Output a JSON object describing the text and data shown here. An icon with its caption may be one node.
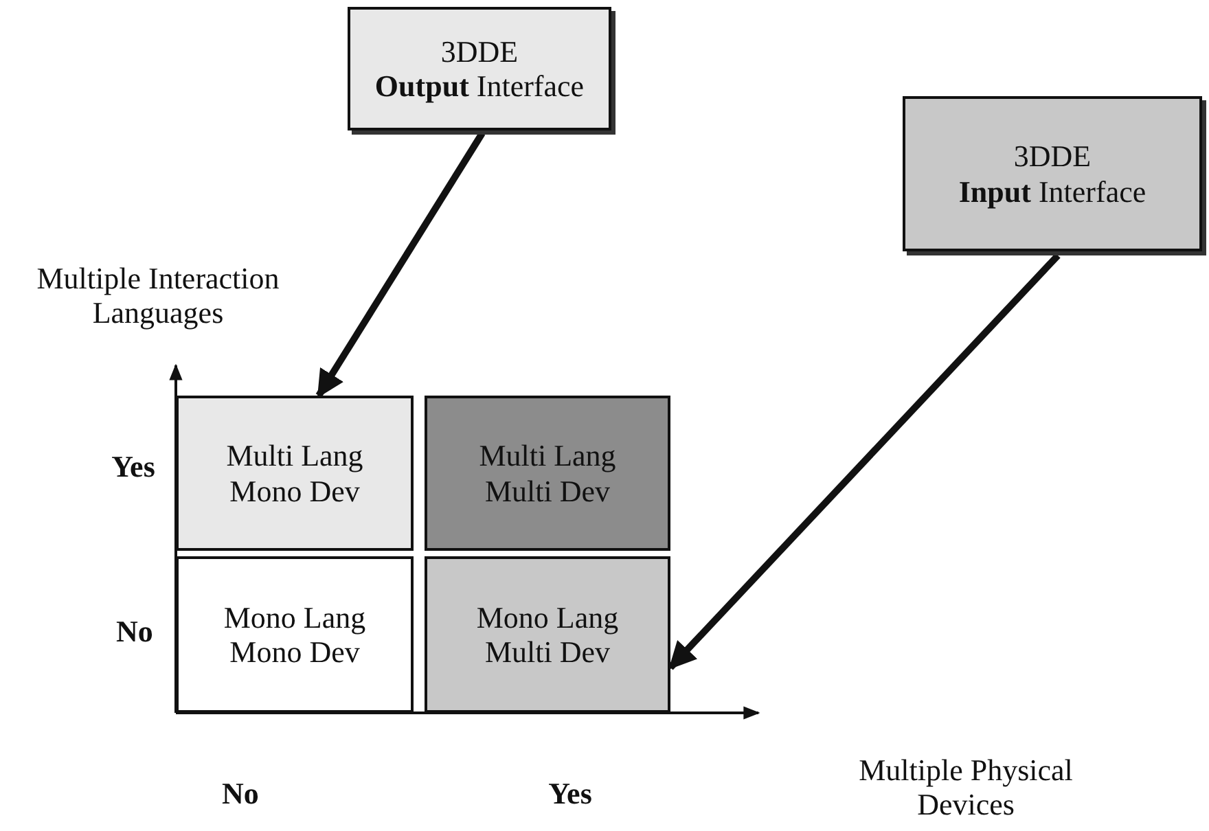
{
  "diagram": {
    "nodes": [
      {
        "text": [
          "3DDE",
          "**Output** Interface"
        ]
      },
      {
        "text": [
          "3DDE",
          "**Input** Interface"
        ]
      },
      {
        "text": [
          "Multi Lang Mono Dev"
        ]
      },
      {
        "text": [
          "Multi Lang Multi Dev"
        ]
      },
      {
        "text": [
          "Mono Lang Mono Dev"
        ]
      },
      {
        "text": [
          "Mono Lang Multi Dev"
        ]
      }
    ],
    "edges": [
      {
        "from": 0,
        "to": 2,
        "arrow": "to"
      },
      {
        "from": 1,
        "to": 5,
        "arrow": "to"
      }
    ],
    "labels": [
      "Multiple Interaction Languages",
      "Yes",
      "No",
      "Multiple Physical Devices",
      "No",
      "Yes"
    ]
  }
}
